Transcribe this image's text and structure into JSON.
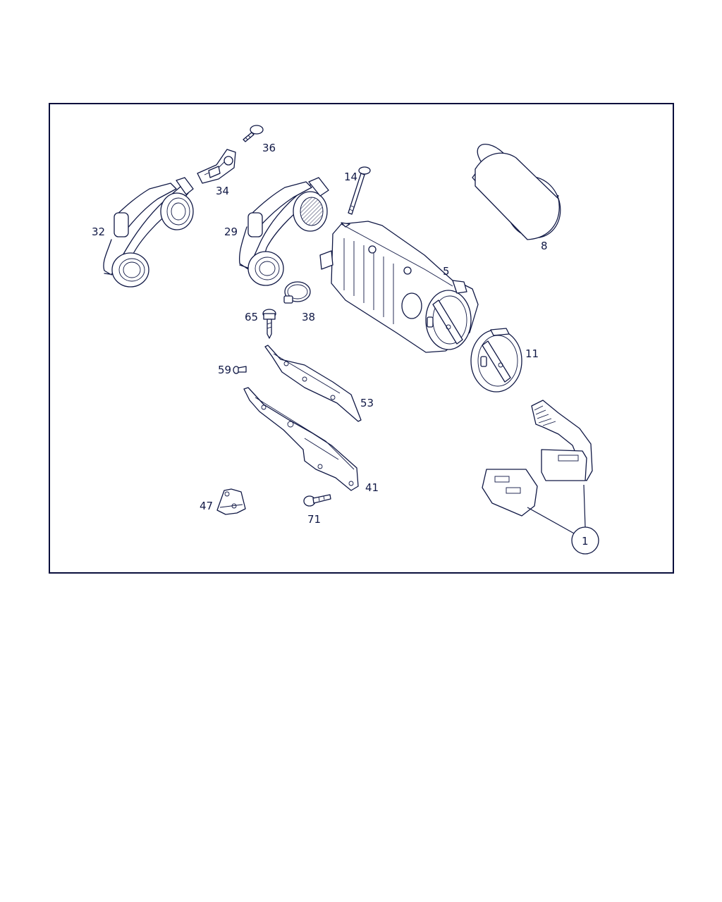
{
  "colors": {
    "line": "#101845",
    "frame": "#0a0f3c",
    "background": "#ffffff"
  },
  "callouts": {
    "p36": "36",
    "p34": "34",
    "p14": "14",
    "p8": "8",
    "p32": "32",
    "p29": "29",
    "p5": "5",
    "p65": "65",
    "p38": "38",
    "p11": "11",
    "p59": "59",
    "p53": "53",
    "p41": "41",
    "p47": "47",
    "p71": "71",
    "p1": "1"
  }
}
